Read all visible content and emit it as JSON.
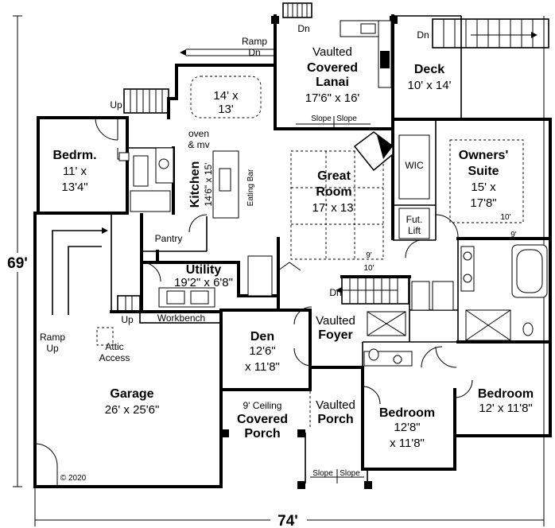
{
  "rooms": {
    "lanai": {
      "l1": "Vaulted",
      "l2": "Covered",
      "l3": "Lanai",
      "dim": "17'6\" x 16'"
    },
    "deck": {
      "name": "Deck",
      "dim": "10' x 14'"
    },
    "tray": {
      "l1": "14' x",
      "l2": "13'"
    },
    "bedrm": {
      "name": "Bedrm.",
      "d1": "11' x",
      "d2": "13'4\""
    },
    "kitchen": {
      "name": "Kitchen",
      "dim": "14'6\" x 15'"
    },
    "great": {
      "l1": "Great",
      "l2": "Room",
      "dim": "17' x 13'"
    },
    "owners": {
      "l1": "Owners'",
      "l2": "Suite",
      "d1": "15' x",
      "d2": "17'8\""
    },
    "utility": {
      "name": "Utility",
      "dim": "19'2\" x 6'8\""
    },
    "den": {
      "name": "Den",
      "d1": "12'6\"",
      "d2": "x 11'8\""
    },
    "foyer": {
      "l1": "Vaulted",
      "l2": "Foyer"
    },
    "garage": {
      "name": "Garage",
      "dim": "26' x 25'6\""
    },
    "covporch": {
      "l1": "9' Ceiling",
      "l2": "Covered",
      "l3": "Porch"
    },
    "vporch": {
      "l1": "Vaulted",
      "l2": "Porch"
    },
    "bedroom_mid": {
      "name": "Bedroom",
      "d1": "12'8\"",
      "d2": "x 11'8\""
    },
    "bedroom_right": {
      "name": "Bedroom",
      "dim": "12' x 11'8\""
    }
  },
  "labels": {
    "dn_top": "Dn",
    "dn_deck": "Dn",
    "ramp_dn_1": "Ramp",
    "ramp_dn_2": "Dn",
    "up_top": "Up",
    "oven_1": "oven",
    "oven_2": "& mv",
    "eating_bar": "Eating Bar",
    "slope_l": "Slope",
    "slope_r": "Slope",
    "wic": "WIC",
    "fut_1": "Fut.",
    "fut_2": "Lift",
    "ceil_10_owners": "10'",
    "ceil_9_owners": "9'",
    "ceil_9_great": "9'",
    "ceil_10_great": "10'",
    "pantry": "Pantry",
    "dn_stair": "Dn",
    "up_garage": "Up",
    "workbench": "Workbench",
    "ramp_up_1": "Ramp",
    "ramp_up_2": "Up",
    "attic_1": "Attic",
    "attic_2": "Access",
    "copyright": "© 2020",
    "slope_porch_l": "Slope",
    "slope_porch_r": "Slope"
  },
  "dimensions": {
    "depth": "69'",
    "width": "74'"
  }
}
